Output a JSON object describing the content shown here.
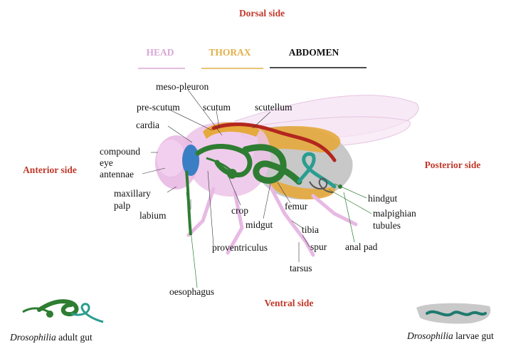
{
  "sides": {
    "dorsal": "Dorsal side",
    "ventral": "Ventral side",
    "anterior": "Anterior side",
    "posterior": "Posterior side"
  },
  "sections": [
    {
      "label": "HEAD",
      "color": "#d9a7d6"
    },
    {
      "label": "THORAX",
      "color": "#e0b04a"
    },
    {
      "label": "ABDOMEN",
      "color": "#111111"
    }
  ],
  "labels": {
    "meso_pleuron": "meso-pleuron",
    "pre_scutum": "pre-scutum",
    "scutum": "scutum",
    "scutellum": "scutellum",
    "cardia": "cardia",
    "compound": "compound",
    "eye": "eye",
    "antennae": "antennae",
    "maxillary": "maxillary",
    "palp": "palp",
    "labium": "labium",
    "crop": "crop",
    "midgut": "midgut",
    "femur": "femur",
    "tibia": "tibia",
    "spur": "spur",
    "tarsus": "tarsus",
    "proventriculus": "proventriculus",
    "oesophagus": "oesophagus",
    "hindgut": "hindgut",
    "malpighian": "malpighian",
    "tubules": "tubules",
    "anal_pad": "anal pad"
  },
  "captions": {
    "adult_italic": "Drosophilia",
    "adult_rest": " adult gut",
    "larvae_italic": "Drosophilia",
    "larvae_rest": " larvae gut"
  },
  "colors": {
    "side_text": "#c0392b",
    "gut_green": "#2e7d32",
    "head_pink": "#e8b9e4",
    "thorax_orange": "#e0a93a",
    "crop_blue": "#3a7fc4",
    "malpighian_teal": "#2a9d8f",
    "abdomen_grey": "#bdbdbd"
  }
}
